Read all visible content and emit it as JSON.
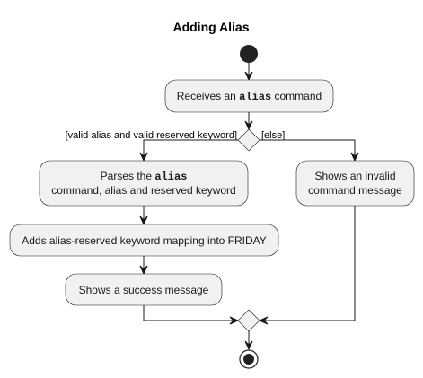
{
  "title": "Adding Alias",
  "nodes": {
    "receive": {
      "prefix": "Receives an ",
      "code": "alias",
      "suffix": " command"
    },
    "parse": {
      "line1_prefix": "Parses the ",
      "line1_code": "alias",
      "line2": "command, alias and reserved keyword"
    },
    "add_mapping": {
      "label": "Adds alias-reserved keyword mapping into FRIDAY"
    },
    "success": {
      "label": "Shows a success message"
    },
    "invalid": {
      "line1": "Shows an invalid",
      "line2": "command message"
    }
  },
  "guards": {
    "valid": "[valid alias and valid reserved keyword]",
    "else": "[else]"
  }
}
